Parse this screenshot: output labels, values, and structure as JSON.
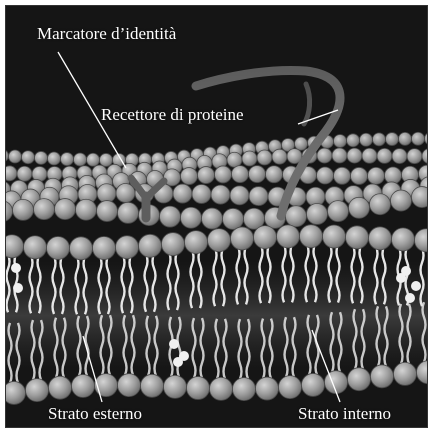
{
  "labels": {
    "identity_marker": "Marcatore d’identità",
    "protein_receptor": "Recettore di proteine",
    "outer_layer": "Strato esterno",
    "inner_layer": "Strato interno"
  },
  "colors": {
    "background": "#151515",
    "phospholipid_head": "#9a9a9a",
    "head_highlight": "#c8c8c8",
    "tail": "#e6e6e6",
    "protein": "#6f6f6f",
    "label_text": "#ffffff",
    "leader_line": "#ffffff"
  }
}
